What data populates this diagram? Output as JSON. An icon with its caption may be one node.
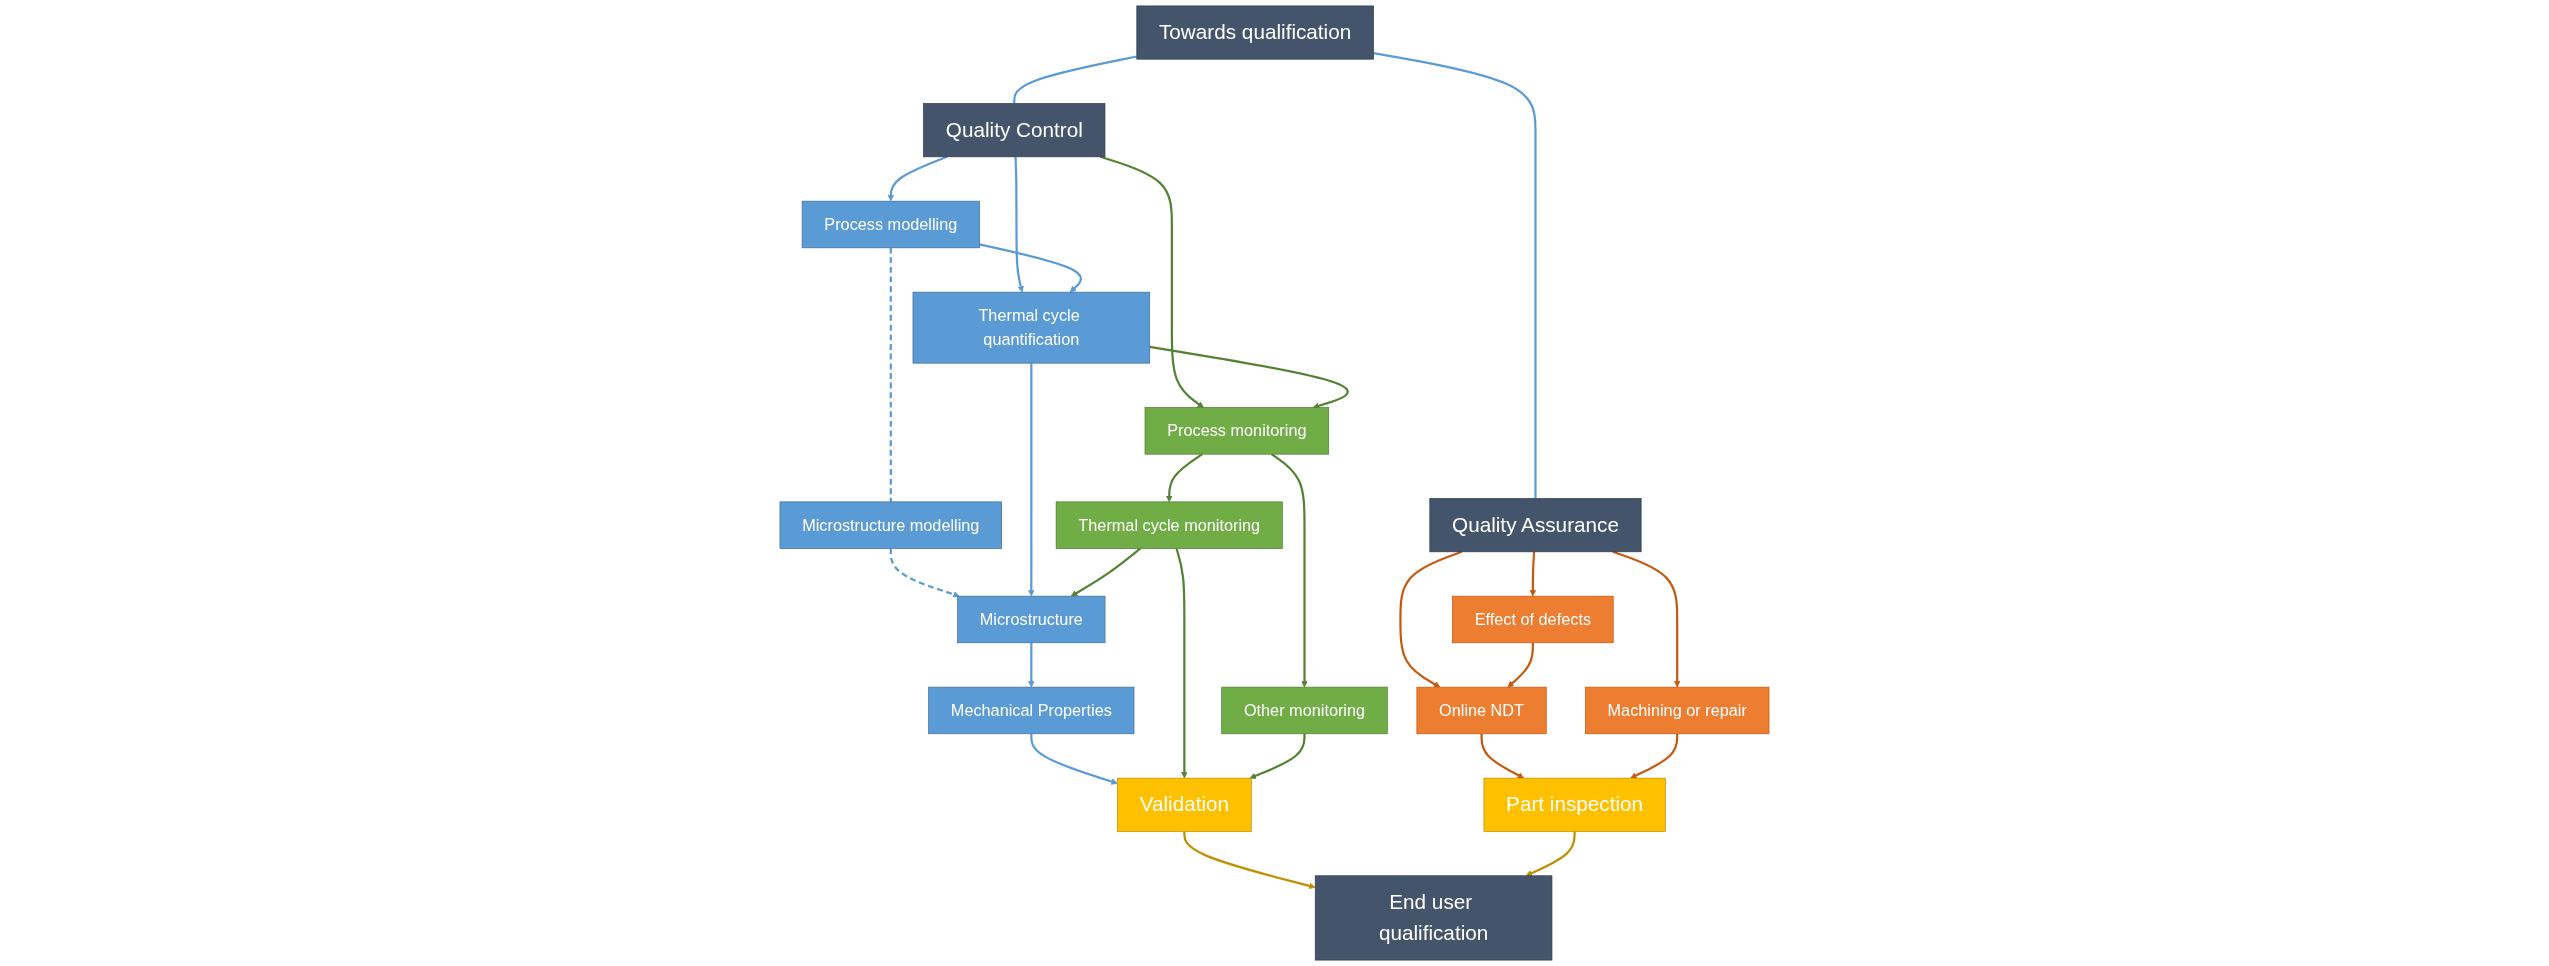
{
  "diagram": {
    "nodes": [
      {
        "text": [
          "Towards qualification"
        ]
      },
      {
        "text": [
          "Quality Control"
        ]
      },
      {
        "text": [
          "Quality Assurance"
        ]
      },
      {
        "text": [
          "Process modelling"
        ]
      },
      {
        "text": [
          "Thermal cycle quantification"
        ]
      },
      {
        "text": [
          "Process monitoring"
        ]
      },
      {
        "text": [
          "Effect of defects"
        ]
      },
      {
        "text": [
          "Online NDT"
        ]
      },
      {
        "text": [
          "Machining or repair"
        ]
      },
      {
        "text": [
          "Microstructure modelling"
        ]
      },
      {
        "text": [
          "Microstructure"
        ]
      },
      {
        "text": [
          "Thermal cycle monitoring"
        ]
      },
      {
        "text": [
          "Other monitoring"
        ]
      },
      {
        "text": [
          "Mechanical Properties"
        ]
      },
      {
        "text": [
          "Validation"
        ]
      },
      {
        "text": [
          "Part inspection"
        ]
      },
      {
        "text": [
          "End user qualification"
        ]
      }
    ],
    "edges": [
      {
        "from": 0,
        "to": 1,
        "arrow": "none"
      },
      {
        "from": 0,
        "to": 2,
        "arrow": "none"
      },
      {
        "from": 1,
        "to": 3,
        "arrow": "to"
      },
      {
        "from": 1,
        "to": 4,
        "arrow": "to"
      },
      {
        "from": 1,
        "to": 5,
        "arrow": "to",
        "color": "#548235"
      },
      {
        "from": 2,
        "to": 6,
        "arrow": "to",
        "color": "#c55a11"
      },
      {
        "from": 2,
        "to": 7,
        "arrow": "to",
        "color": "#c55a11"
      },
      {
        "from": 2,
        "to": 8,
        "arrow": "to",
        "color": "#c55a11"
      },
      {
        "from": 3,
        "to": 4,
        "arrow": "to"
      },
      {
        "from": 3,
        "to": 9,
        "arrow": "none",
        "style": "dashed"
      },
      {
        "from": 9,
        "to": 10,
        "arrow": "to",
        "style": "dashed"
      },
      {
        "from": 4,
        "to": 10,
        "arrow": "to"
      },
      {
        "from": 4,
        "to": 5,
        "arrow": "to",
        "color": "#548235"
      },
      {
        "from": 6,
        "to": 7,
        "arrow": "to",
        "color": "#c55a11"
      },
      {
        "from": 5,
        "to": 11,
        "arrow": "to",
        "color": "#548235"
      },
      {
        "from": 5,
        "to": 12,
        "arrow": "to",
        "color": "#548235"
      },
      {
        "from": 11,
        "to": 10,
        "arrow": "to",
        "color": "#548235"
      },
      {
        "from": 10,
        "to": 13,
        "arrow": "to"
      },
      {
        "from": 13,
        "to": 14,
        "arrow": "to"
      },
      {
        "from": 11,
        "to": 14,
        "arrow": "to",
        "color": "#548235"
      },
      {
        "from": 12,
        "to": 14,
        "arrow": "to",
        "color": "#548235"
      },
      {
        "from": 7,
        "to": 15,
        "arrow": "to",
        "color": "#c55a11"
      },
      {
        "from": 8,
        "to": 15,
        "arrow": "to",
        "color": "#c55a11"
      },
      {
        "from": 14,
        "to": 16,
        "arrow": "to",
        "color": "#bf9000"
      },
      {
        "from": 15,
        "to": 16,
        "arrow": "to",
        "color": "#bf9000"
      }
    ]
  }
}
